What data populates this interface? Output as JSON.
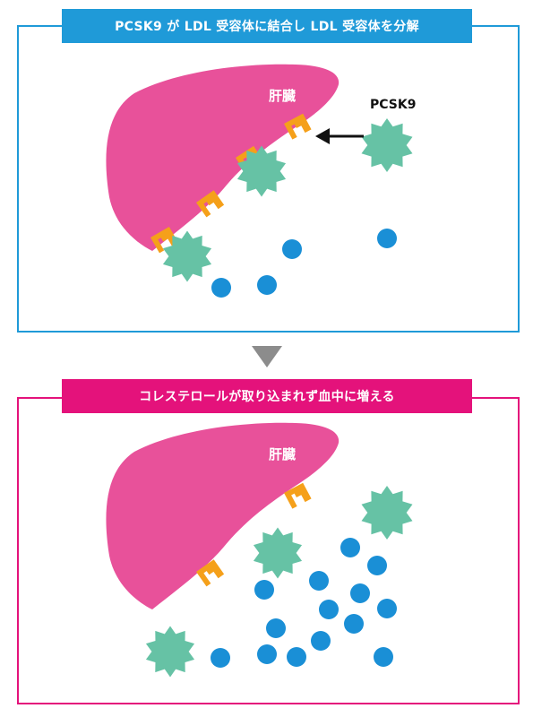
{
  "top_panel": {
    "banner": "PCSK9 が LDL 受容体に結合し LDL 受容体を分解",
    "liver_label": "肝臓",
    "pcsk9_label": "PCSK9"
  },
  "bottom_panel": {
    "banner": "コレステロールが取り込まれず血中に増える",
    "liver_label": "肝臓"
  },
  "colors": {
    "top_accent": "#1f9ad8",
    "bottom_accent": "#e4127b",
    "liver": "#e8519a",
    "receptor": "#f5a01a",
    "pcsk9": "#66c2a5",
    "ldl": "#1a8fd6",
    "arrow": "#8c8c8c"
  }
}
